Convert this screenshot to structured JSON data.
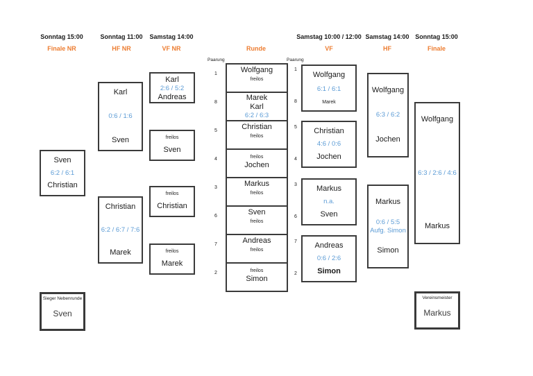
{
  "colors": {
    "accent_orange": "#ED7D31",
    "score_blue": "#5B9BD5"
  },
  "headers": [
    {
      "time": "Sonntag 15:00",
      "round": "Finale NR"
    },
    {
      "time": "Sonntag 11:00",
      "round": "HF NR"
    },
    {
      "time": "Samstag 14:00",
      "round": "VF NR"
    },
    {
      "time": "",
      "round": "Runde"
    },
    {
      "time": "Samstag 10:00 / 12:00",
      "round": "VF"
    },
    {
      "time": "Samstag 14:00",
      "round": "HF"
    },
    {
      "time": "Sonntag 15:00",
      "round": "Finale"
    }
  ],
  "paarung": {
    "label_left": "Paarung",
    "label_right": "Paarung",
    "left_numbers": [
      "1",
      "8",
      "5",
      "4",
      "3",
      "6",
      "7",
      "2"
    ],
    "right_numbers": [
      "1",
      "8",
      "5",
      "4",
      "3",
      "6",
      "7",
      "2"
    ]
  },
  "runde": {
    "rows": [
      {
        "num": "1",
        "name": "Wolfgang",
        "note": "freilos"
      },
      {
        "num": "8",
        "name1": "Marek",
        "name2": "Karl",
        "score": "6:2 / 6:3"
      },
      {
        "num": "5",
        "name": "Christian",
        "note": "freilos"
      },
      {
        "num": "4",
        "note": "freilos",
        "name": "Jochen"
      },
      {
        "num": "3",
        "name": "Markus",
        "note": "freilos"
      },
      {
        "num": "6",
        "name": "Sven",
        "note": "freilos"
      },
      {
        "num": "7",
        "name": "Andreas",
        "note": "freilos"
      },
      {
        "num": "2",
        "note": "freilos",
        "name": "Simon"
      }
    ]
  },
  "main_bracket": {
    "vf": [
      {
        "top": "Wolfgang",
        "score": "6:1 / 6:1",
        "bottom": "Marek"
      },
      {
        "top": "Christian",
        "score": "4:6 / 0:6",
        "bottom": "Jochen"
      },
      {
        "top": "Markus",
        "score": "n.a.",
        "bottom": "Sven"
      },
      {
        "top": "Andreas",
        "score": "0:6 / 2:6",
        "bottom": "Simon"
      }
    ],
    "hf": [
      {
        "top": "Wolfgang",
        "score": "6:3 / 6:2",
        "bottom": "Jochen"
      },
      {
        "top": "Markus",
        "score": "0:6 / 5:5",
        "score2": "Aufg. Simon",
        "bottom": "Simon"
      }
    ],
    "finale": {
      "top": "Wolfgang",
      "score": "6:3 / 2:6 / 4:6",
      "bottom": "Markus"
    }
  },
  "neben_bracket": {
    "vf": [
      {
        "top": "Karl",
        "score": "2:6 / 5:2",
        "bottom": "Andreas"
      },
      {
        "top": "freilos",
        "bottom": "Sven"
      },
      {
        "top": "freilos",
        "bottom": "Christian"
      },
      {
        "top": "freilos",
        "bottom": "Marek"
      }
    ],
    "hf": [
      {
        "top": "Karl",
        "score": "0:6 / 1:6",
        "bottom": "Sven"
      },
      {
        "top": "Christian",
        "score": "6:2 / 6:7 / 7:6",
        "bottom": "Marek"
      }
    ],
    "finale": {
      "top": "Sven",
      "score": "6:2 / 6:1",
      "bottom": "Christian"
    }
  },
  "winners": {
    "nebenrunde": {
      "label": "Sieger Nebenrunde",
      "name": "Sven"
    },
    "meister": {
      "label": "Vereinsmeister",
      "name": "Markus"
    }
  }
}
